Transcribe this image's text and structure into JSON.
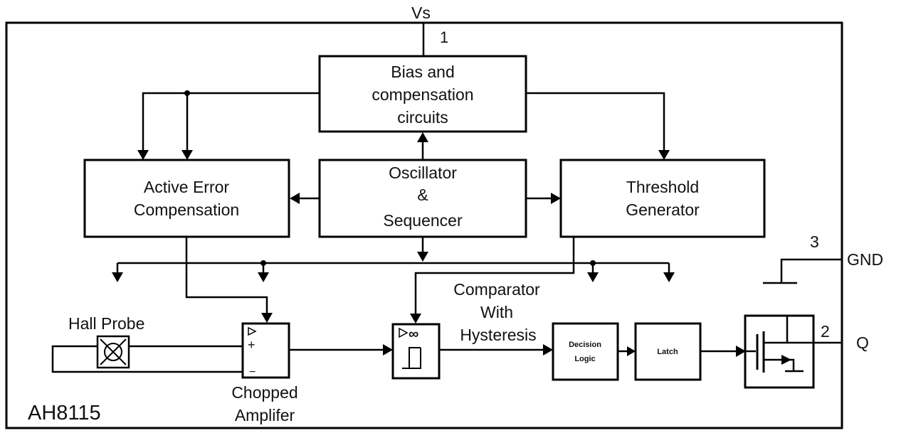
{
  "pins": {
    "vs_label": "Vs",
    "vs_number": "1",
    "gnd_label": "GND",
    "gnd_number": "3",
    "q_label": "Q",
    "q_number": "2"
  },
  "blocks": {
    "bias": [
      "Bias and",
      "compensation",
      "circuits"
    ],
    "active_error": [
      "Active Error",
      "Compensation"
    ],
    "oscillator": [
      "Oscillator",
      "&",
      "Sequencer"
    ],
    "threshold": [
      "Threshold",
      "Generator"
    ],
    "decision": [
      "Decision",
      "Logic"
    ],
    "latch": "Latch"
  },
  "labels": {
    "hall_probe": "Hall Probe",
    "chopped_amplifier": [
      "Chopped",
      "Amplifer"
    ],
    "comparator": [
      "Comparator",
      "With",
      "Hysteresis"
    ],
    "part_number": "AH8115",
    "amp_plus": "+",
    "amp_minus": "−"
  }
}
